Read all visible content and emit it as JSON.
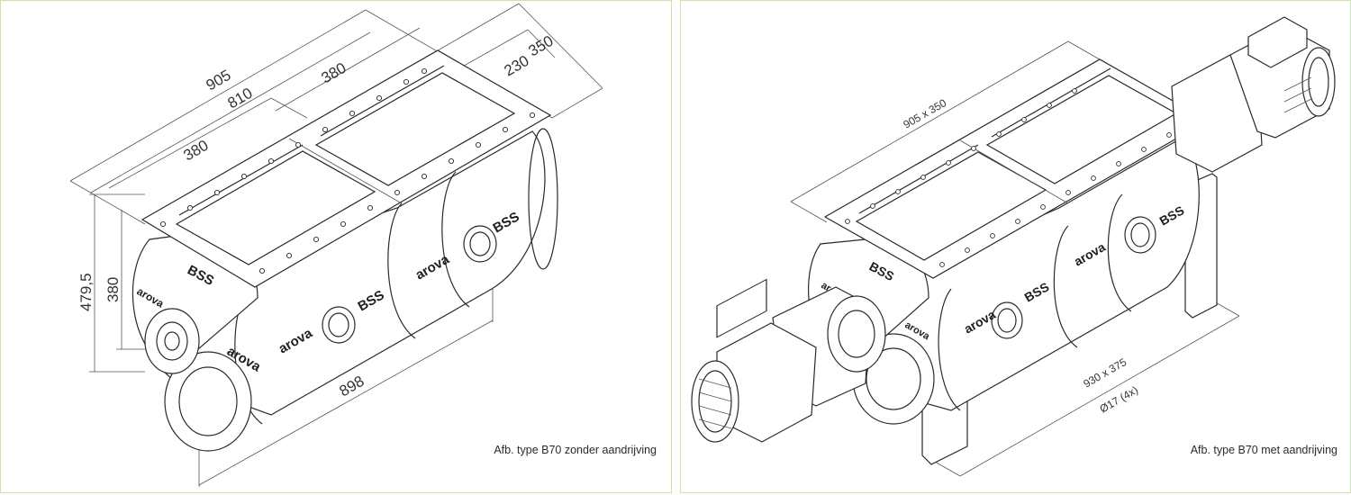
{
  "left": {
    "caption": "Afb. type B70 zonder aandrijving",
    "dims": {
      "d905": "905",
      "d810": "810",
      "d380_top": "380",
      "d380_left": "380",
      "d350": "350",
      "d230": "230",
      "d479": "479,5",
      "d380_height": "380",
      "d898": "898"
    },
    "logos": {
      "bss": "BSS",
      "arova": "arova"
    }
  },
  "right": {
    "caption": "Afb. type B70 met aandrijving",
    "dims": {
      "top": "905 x 350",
      "base": "930 x 375",
      "holes": "Ø17 (4x)"
    },
    "logos": {
      "bss": "BSS",
      "arova": "arova"
    }
  }
}
